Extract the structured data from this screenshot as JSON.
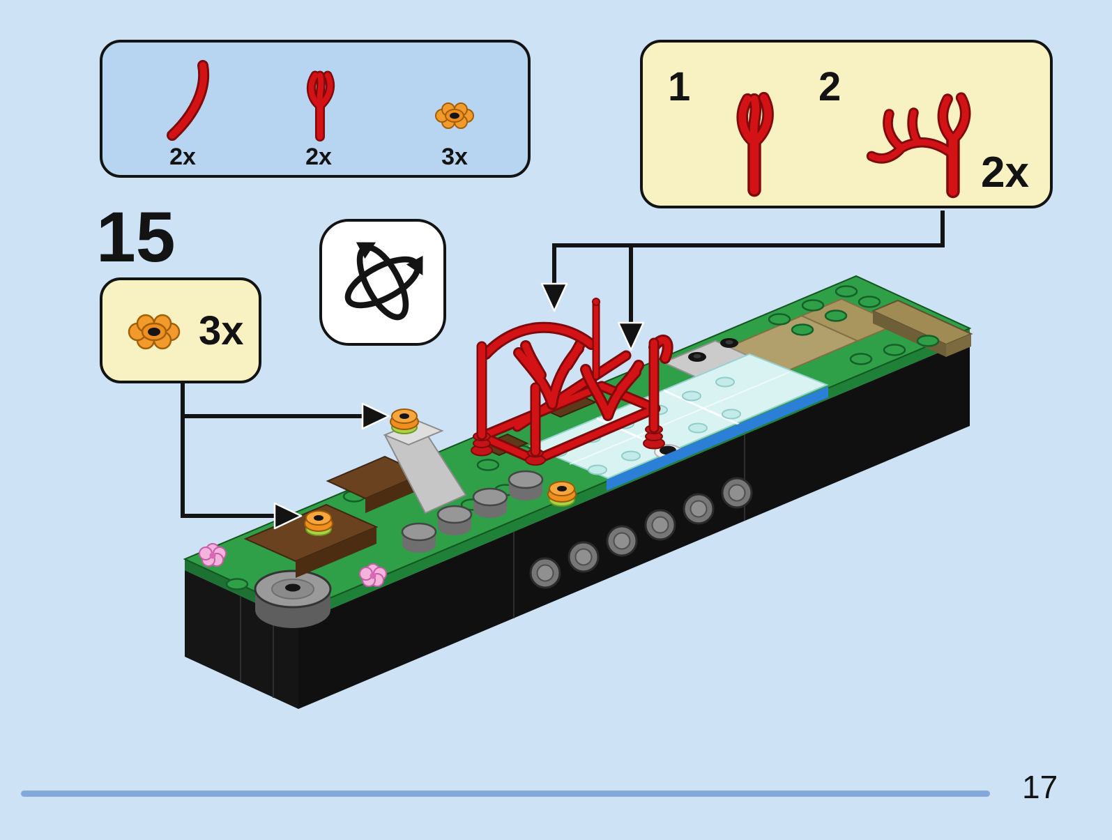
{
  "page": {
    "number": "17"
  },
  "step": {
    "number": "15"
  },
  "parts_box": {
    "parts": [
      {
        "icon": "red-curved-hose-icon",
        "qty": "2x"
      },
      {
        "icon": "red-plant-stem-icon",
        "qty": "2x"
      },
      {
        "icon": "orange-flower-stud-icon",
        "qty": "3x"
      }
    ]
  },
  "subassembly_box": {
    "steps": [
      {
        "label": "1",
        "icon": "red-plant-stem-icon"
      },
      {
        "label": "2",
        "icon": "red-plant-coral-assembly-icon"
      }
    ],
    "qty": "2x"
  },
  "flower_callout": {
    "icon": "orange-flower-stud-icon",
    "qty": "3x"
  },
  "rotation_symbol": {
    "icon": "rotate-model-icon"
  },
  "colors": {
    "page_background": "#cde2f5",
    "parts_box_fill": "#b7d5f0",
    "callout_fill": "#f8f1c2",
    "outline": "#131313",
    "lego_red": "#d31216",
    "lego_green": "#2fa047",
    "lego_tan": "#b2a06c",
    "pool_blue": "#d9f3f2",
    "stripe_blue": "#2b7fd6",
    "divider_blue": "#82a8dc"
  }
}
